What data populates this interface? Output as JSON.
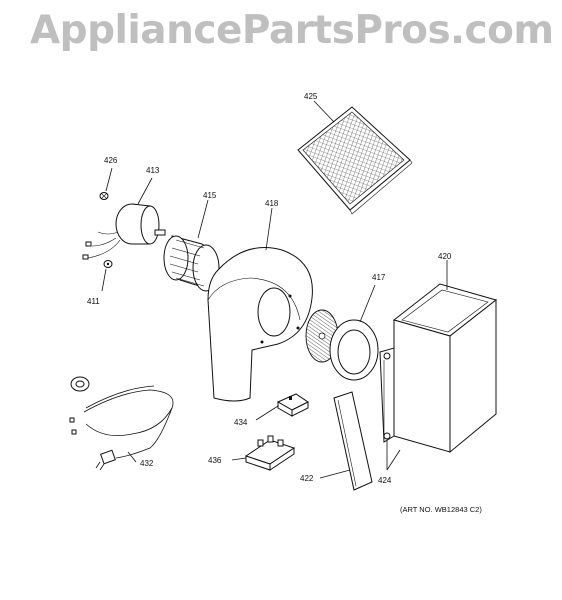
{
  "watermark": "AppliancePartsPros.com",
  "art_number": "(ART NO. WB12843 C2)",
  "callouts": {
    "p425": "425",
    "p426": "426",
    "p413": "413",
    "p415": "415",
    "p418": "418",
    "p411": "411",
    "p417": "417",
    "p420": "420",
    "p434": "434",
    "p432": "432",
    "p436": "436",
    "p422": "422",
    "p424": "424"
  }
}
